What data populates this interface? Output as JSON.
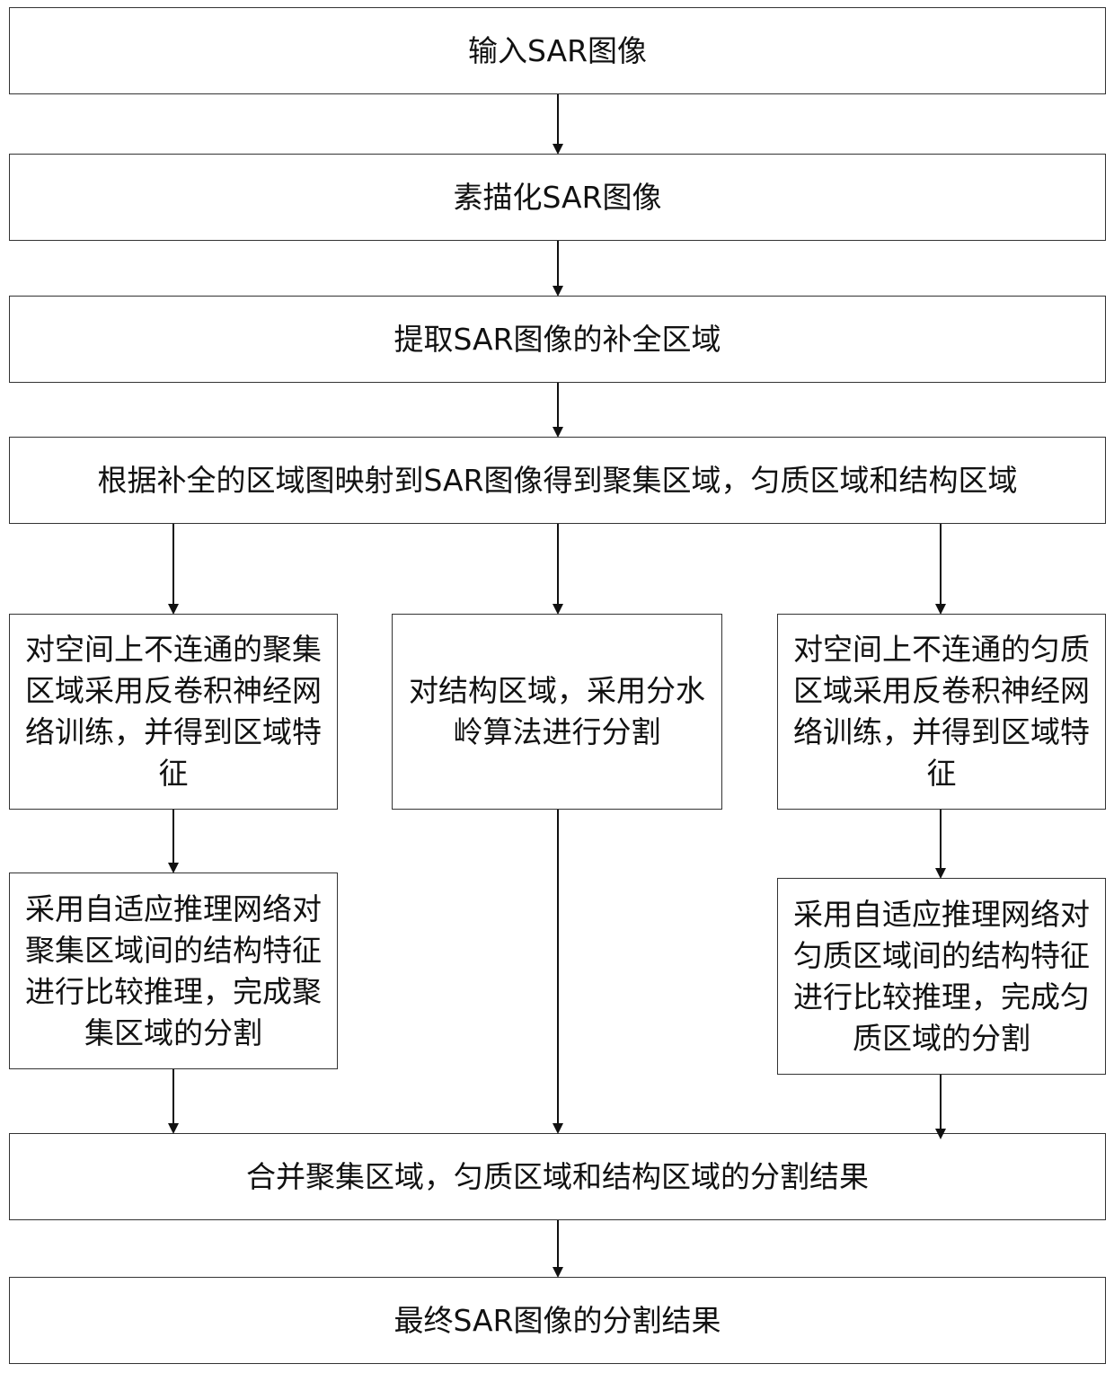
{
  "diagram_type": "flowchart",
  "steps": {
    "input": "输入SAR图像",
    "sketch": "素描化SAR图像",
    "extract": "提取SAR图像的补全区域",
    "map": "根据补全的区域图映射到SAR图像得到聚集区域，匀质区域和结构区域",
    "aggregate_train": "对空间上不连通的聚集区域采用反卷积神经网络训练，并得到区域特征",
    "structure_seg": "对结构区域，采用分水岭算法进行分割",
    "homogeneous_train": "对空间上不连通的匀质区域采用反卷积神经网络训练，并得到区域特征",
    "aggregate_infer": "采用自适应推理网络对聚集区域间的结构特征进行比较推理，完成聚集区域的分割",
    "homogeneous_infer": "采用自适应推理网络对匀质区域间的结构特征进行比较推理，完成匀质区域的分割",
    "merge": "合并聚集区域，匀质区域和结构区域的分割结果",
    "final": "最终SAR图像的分割结果"
  },
  "edges": [
    [
      "input",
      "sketch"
    ],
    [
      "sketch",
      "extract"
    ],
    [
      "extract",
      "map"
    ],
    [
      "map",
      "aggregate_train"
    ],
    [
      "map",
      "structure_seg"
    ],
    [
      "map",
      "homogeneous_train"
    ],
    [
      "aggregate_train",
      "aggregate_infer"
    ],
    [
      "homogeneous_train",
      "homogeneous_infer"
    ],
    [
      "aggregate_infer",
      "merge"
    ],
    [
      "structure_seg",
      "merge"
    ],
    [
      "homogeneous_infer",
      "merge"
    ],
    [
      "merge",
      "final"
    ]
  ],
  "colors": {
    "line": "#111111",
    "border": "#333333",
    "text": "#111111"
  }
}
